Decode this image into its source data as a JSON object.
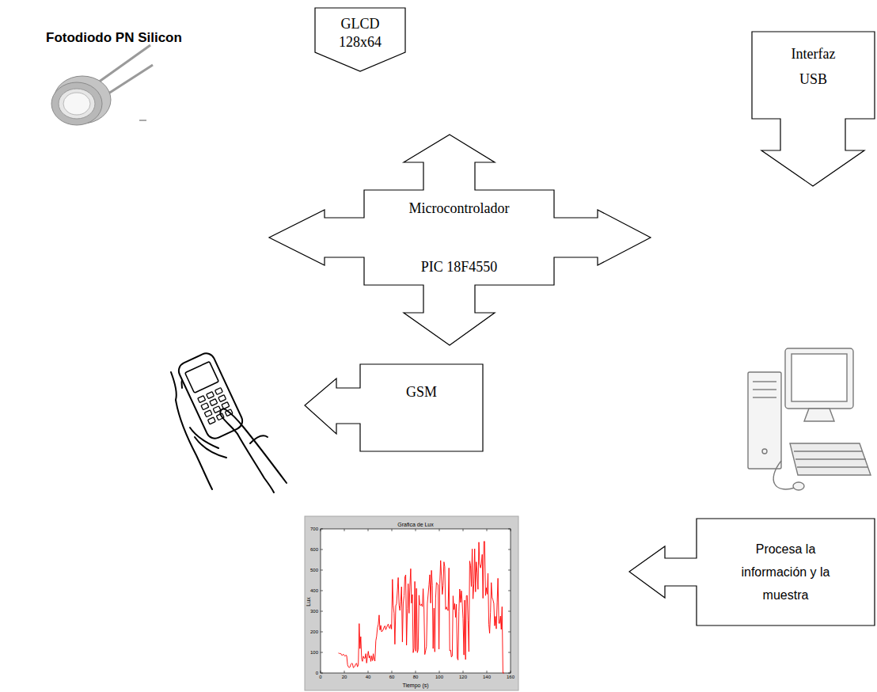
{
  "diagram": {
    "nodes": [
      {
        "text": [
          "GLCD 128x64"
        ]
      },
      {
        "text": [
          "Microcontrolador",
          "PIC 18F4550"
        ]
      },
      {
        "text": [
          "Interfaz USB"
        ]
      },
      {
        "text": [
          "GSM"
        ]
      },
      {
        "text": [
          "Procesa la información y la muestra"
        ]
      }
    ],
    "labels": [
      "Fotodiodo PN Silicon",
      "Grafica de Lux",
      "Lux",
      "Tiempo (s)",
      "0",
      "100",
      "200",
      "300",
      "400",
      "500",
      "600",
      "700",
      "0",
      "20",
      "40",
      "60",
      "80",
      "100",
      "120",
      "140",
      "160"
    ]
  }
}
